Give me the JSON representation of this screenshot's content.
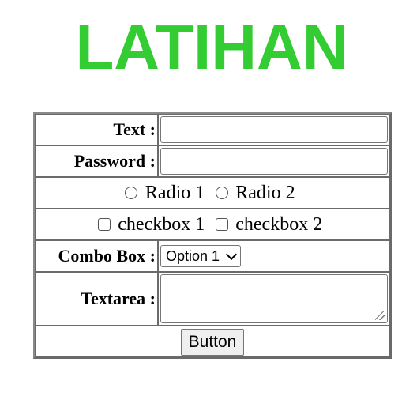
{
  "page": {
    "title": "LATIHAN",
    "title_color": "#33cc33"
  },
  "form": {
    "text_label": "Text :",
    "password_label": "Password :",
    "radio1_label": "Radio 1",
    "radio2_label": "Radio 2",
    "checkbox1_label": "checkbox 1",
    "checkbox2_label": "checkbox 2",
    "combo_label": "Combo Box :",
    "combo_selected": "Option 1",
    "textarea_label": "Textarea :",
    "button_label": "Button"
  }
}
